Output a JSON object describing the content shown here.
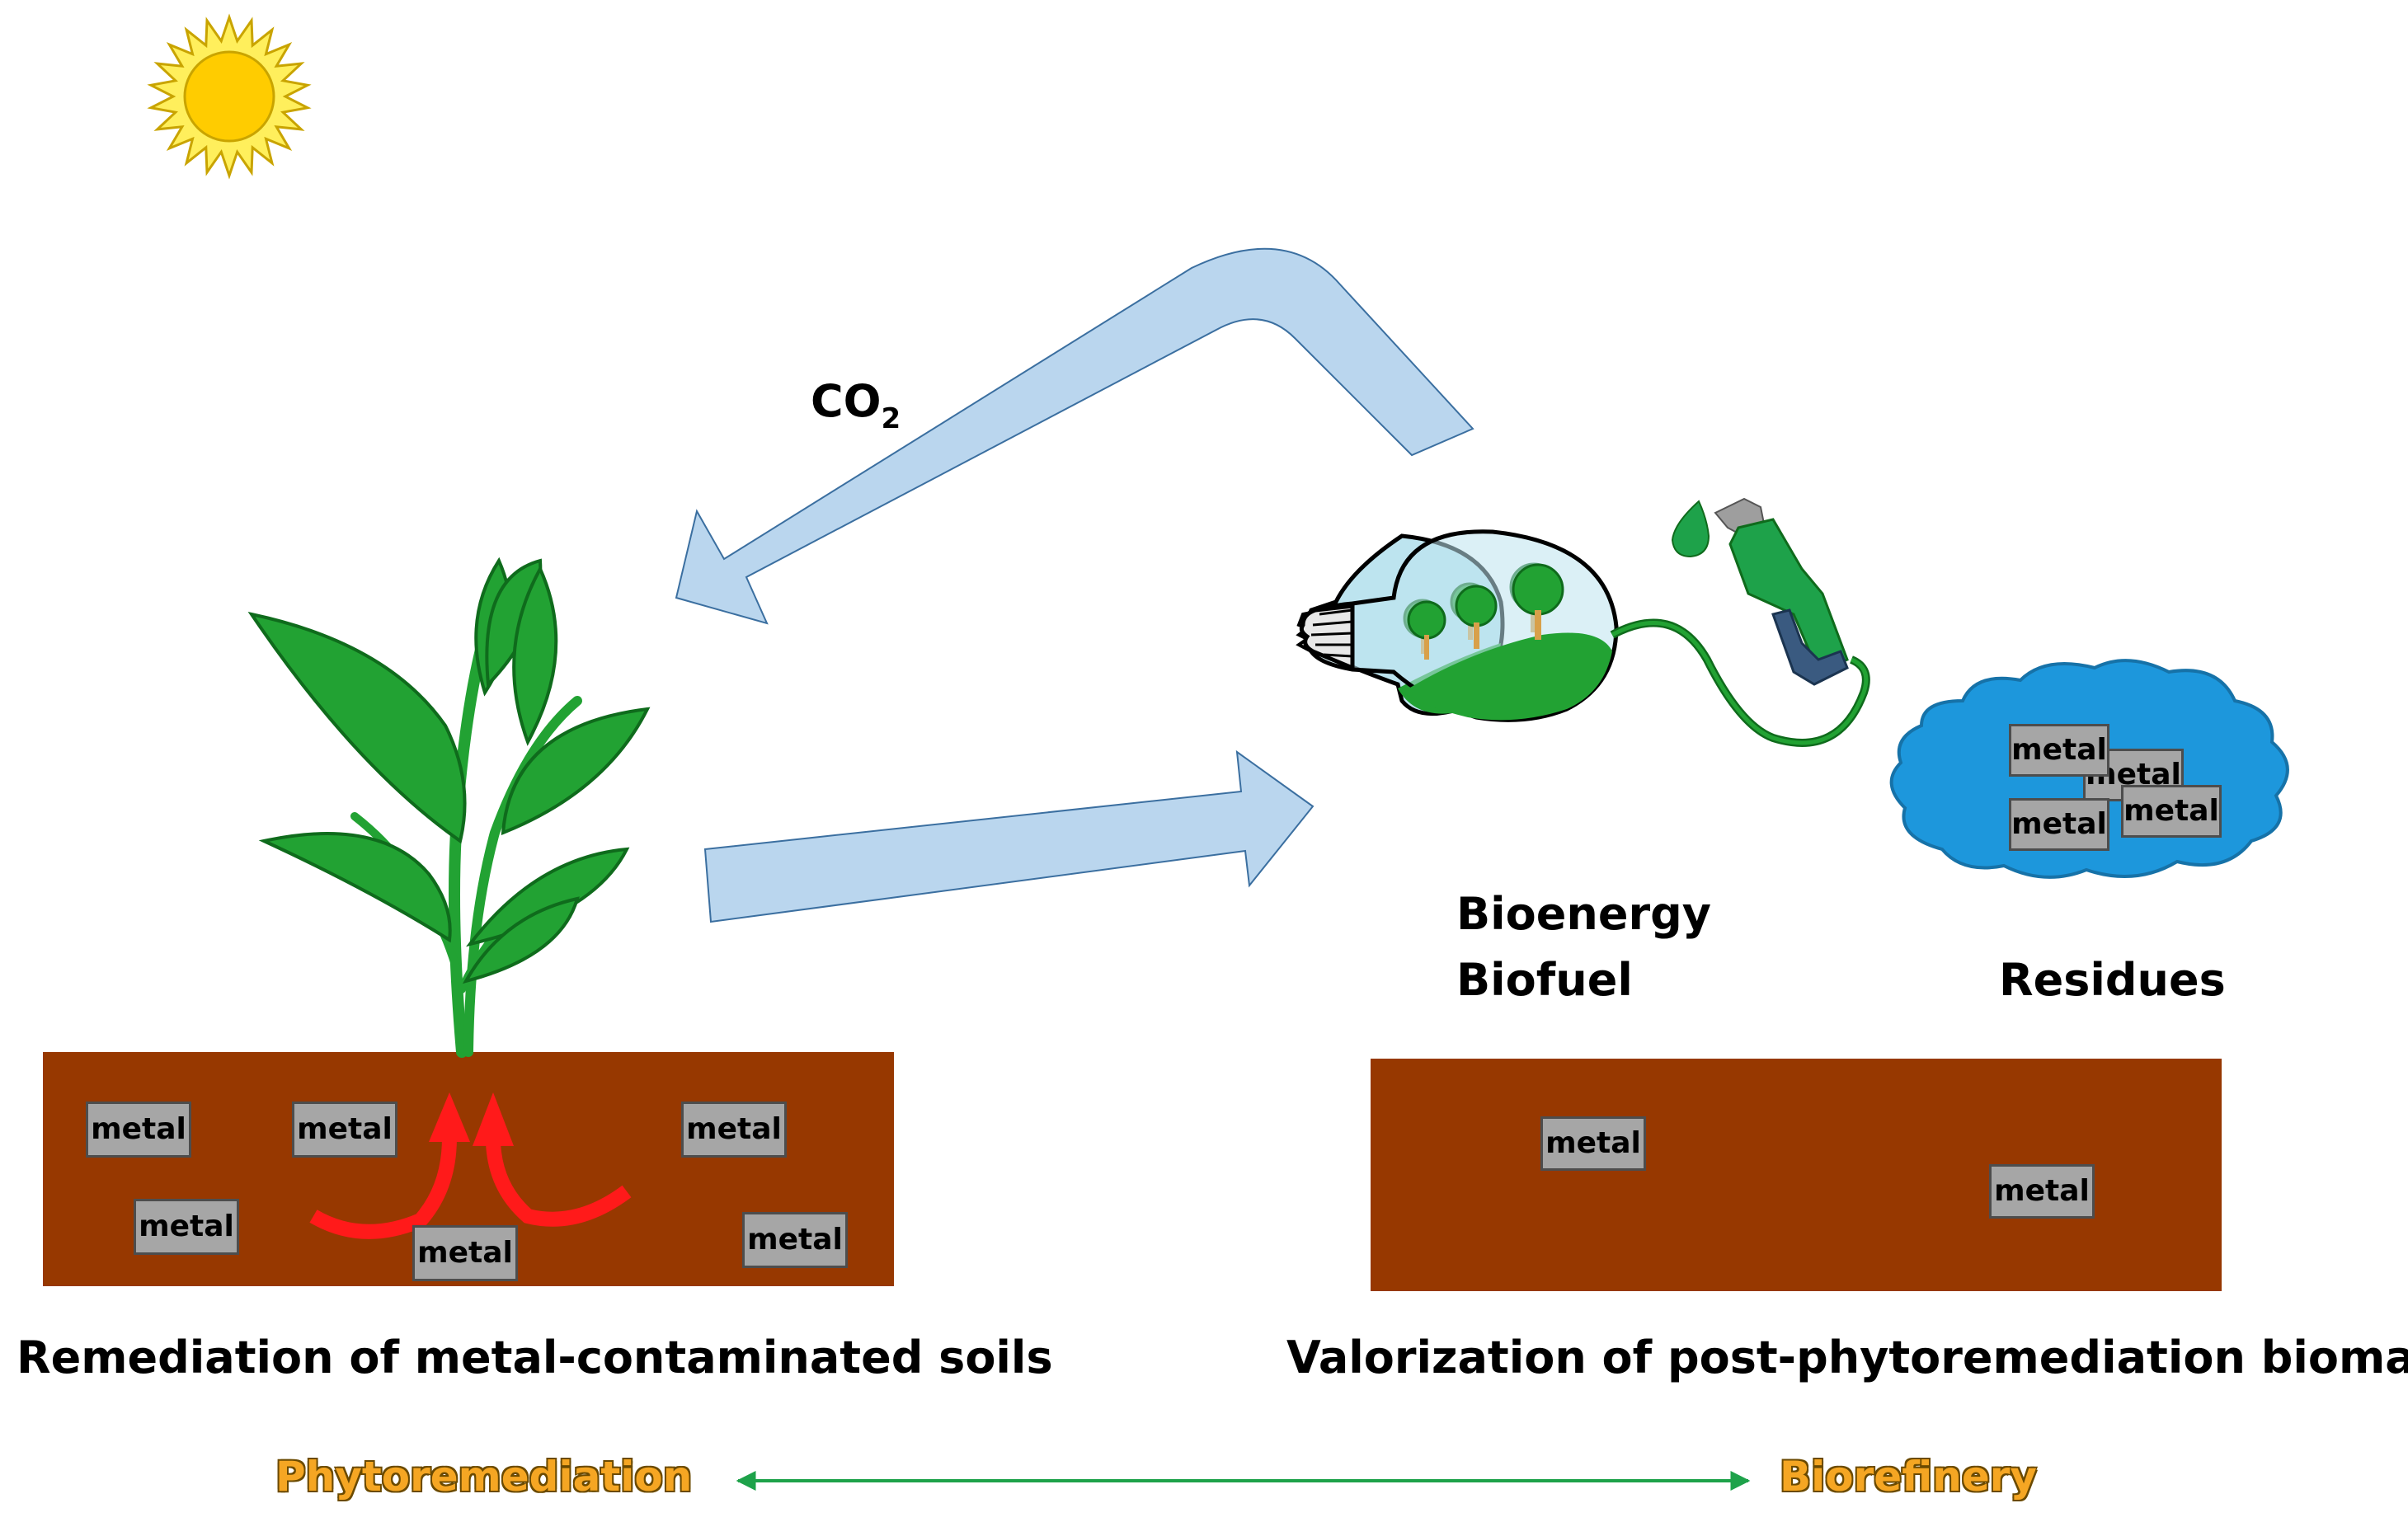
{
  "colors": {
    "soil": "#973800",
    "arrow_fill": "#bad6ee",
    "arrow_stroke": "#3b6fa0",
    "leaf": "#22a233",
    "leaf_dark": "#0f6b1c",
    "sun": "#ffcc00",
    "process_text": "#f5a623",
    "double_arrow": "#1ea24a",
    "root_arrows": "#ff1a1a",
    "cloud": "#1d97dc",
    "metal_box": "#a6a6a6"
  },
  "icons": [
    "sun-icon",
    "plant-icon",
    "light-bulb-icon",
    "fuel-nozzle-icon",
    "fuel-drop-icon",
    "cloud-icon"
  ],
  "co2": {
    "main": "CO",
    "sub": "2"
  },
  "products": {
    "line1": "Bioenergy",
    "line2": "Biofuel"
  },
  "residues_label": "Residues",
  "left_soil": {
    "metals": [
      "metal",
      "metal",
      "metal",
      "metal",
      "metal",
      "metal"
    ]
  },
  "right_soil": {
    "metals": [
      "metal",
      "metal"
    ]
  },
  "cloud_metals": [
    "metal",
    "metal",
    "metal",
    "metal"
  ],
  "captions": {
    "left": "Remediation of metal-contaminated soils",
    "right": "Valorization of post-phytoremediation biomass"
  },
  "process": {
    "left": "Phytoremediation",
    "right": "Biorefinery"
  }
}
